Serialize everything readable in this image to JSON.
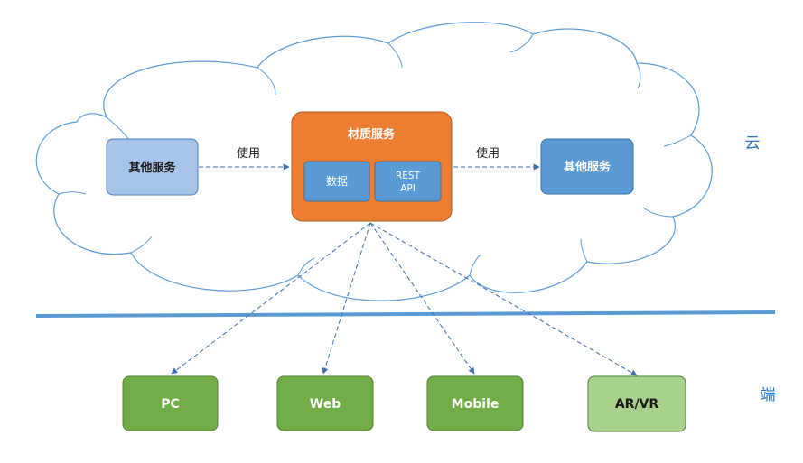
{
  "cloud_zone_label": "云",
  "client_zone_label": "端",
  "material_service": {
    "title": "材质服务",
    "data_label": "数据",
    "rest_api_label_line1": "REST",
    "rest_api_label_line2": "API"
  },
  "left_service": {
    "label": "其他服务"
  },
  "right_service": {
    "label": "其他服务"
  },
  "left_arrow_label": "使用",
  "right_arrow_label": "使用",
  "clients": [
    {
      "label": "PC"
    },
    {
      "label": "Web"
    },
    {
      "label": "Mobile"
    },
    {
      "label": "AR/VR"
    }
  ],
  "colors": {
    "cloud_stroke": "#5b9bd5",
    "material_fill": "#ed7d31",
    "material_inner_fill": "#5b9bd5",
    "left_service_fill": "#a6c3e8",
    "right_service_fill": "#5b9bd5",
    "client_fill": "#70ad47",
    "arvr_fill": "#a9d18e",
    "divider": "#5b9bd5",
    "zone_label": "#2e75b6",
    "connector": "#3e6ea8"
  }
}
